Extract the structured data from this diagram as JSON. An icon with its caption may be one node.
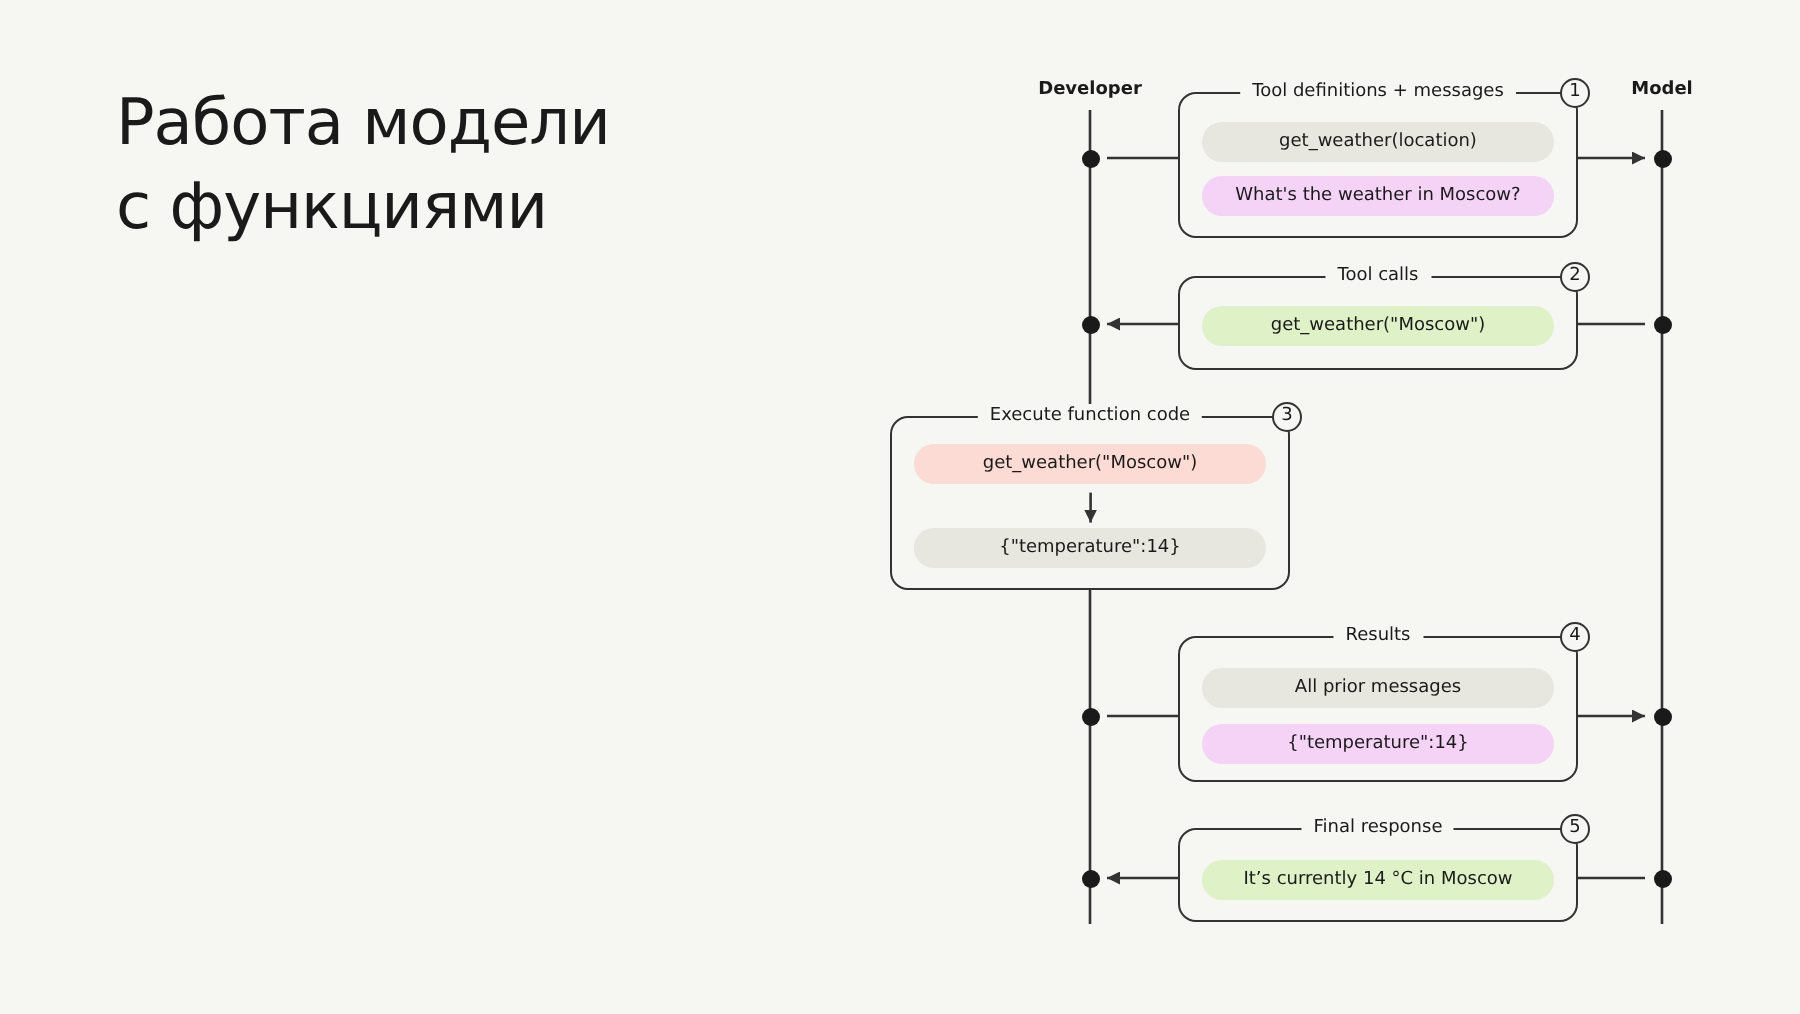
{
  "diagram": {
    "title": "Работа модели с функциями",
    "nodes": [
      {
        "text": [
          "Developer"
        ]
      },
      {
        "text": [
          "Model"
        ]
      },
      {
        "text": [
          "Tool definitions + messages"
        ],
        "beside": [
          "1"
        ]
      },
      {
        "text": [
          "get_weather(location)"
        ],
        "in": 2
      },
      {
        "text": [
          "What's the weather in Moscow?"
        ],
        "in": 2
      },
      {
        "text": [],
        "shape": "circle"
      },
      {
        "text": [],
        "shape": "circle"
      },
      {
        "text": [
          "Tool calls"
        ],
        "beside": [
          "2"
        ]
      },
      {
        "text": [
          "get_weather(\"Moscow\")"
        ],
        "in": 7
      },
      {
        "text": [],
        "shape": "circle"
      },
      {
        "text": [],
        "shape": "circle"
      },
      {
        "text": [
          "Execute function code"
        ],
        "beside": [
          "3"
        ]
      },
      {
        "text": [
          "get_weather(\"Moscow\")"
        ],
        "in": 11
      },
      {
        "text": [
          "{\"temperature\":14}"
        ],
        "in": 11
      },
      {
        "text": [
          "Results"
        ],
        "beside": [
          "4"
        ]
      },
      {
        "text": [
          "All prior messages"
        ],
        "in": 14
      },
      {
        "text": [
          "{\"temperature\":14}"
        ],
        "in": 14
      },
      {
        "text": [],
        "shape": "circle"
      },
      {
        "text": [],
        "shape": "circle"
      },
      {
        "text": [
          "Final response"
        ],
        "beside": [
          "5"
        ]
      },
      {
        "text": [
          "It’s currently 14 °C in Moscow"
        ],
        "in": 19
      },
      {
        "text": [],
        "shape": "circle"
      },
      {
        "text": [],
        "shape": "circle"
      }
    ],
    "edges": [
      {
        "from": 5,
        "to": 2,
        "arrow": "none"
      },
      {
        "from": 2,
        "to": 6,
        "arrow": "to"
      },
      {
        "from": 10,
        "to": 7,
        "arrow": "none"
      },
      {
        "from": 7,
        "to": 9,
        "arrow": "to"
      },
      {
        "from": 12,
        "to": 13,
        "arrow": "to"
      },
      {
        "from": 17,
        "to": 14,
        "arrow": "none"
      },
      {
        "from": 14,
        "to": 18,
        "arrow": "to"
      },
      {
        "from": 22,
        "to": 19,
        "arrow": "none"
      },
      {
        "from": 19,
        "to": 21,
        "arrow": "to"
      }
    ]
  }
}
